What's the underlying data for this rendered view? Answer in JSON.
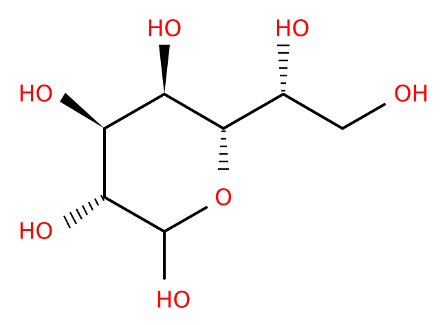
{
  "molecule": {
    "colors": {
      "bond": "#000000",
      "hetero_oxygen": "#ff0000"
    },
    "labels": {
      "oh_top_left": "HO",
      "oh_top_right": "HO",
      "oh_right": "OH",
      "oh_left": "HO",
      "ring_oxygen": "O",
      "oh_lower_left": "HO",
      "oh_bottom": "HO"
    }
  }
}
